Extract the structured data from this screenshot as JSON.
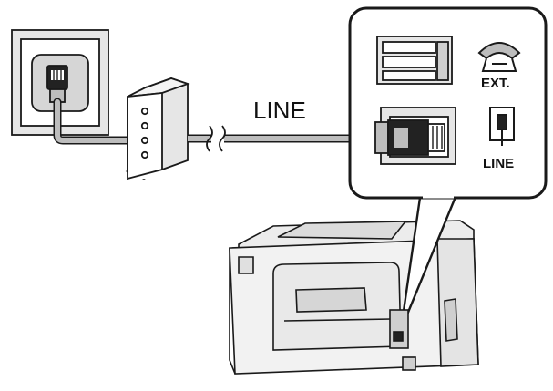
{
  "labels": {
    "cable_line": "LINE",
    "port_ext": "EXT.",
    "port_line": "LINE"
  },
  "colors": {
    "stroke": "#1a1a1a",
    "cable_fill": "#bdbdbd",
    "light_fill": "#e6e6e6",
    "mid_fill": "#cfcfcf",
    "dark_fill": "#222222",
    "background": "#ffffff"
  },
  "icons": {
    "wall_jack": "rj11-wall-jack-icon",
    "splitter": "dsl-splitter-icon",
    "ext_port": "telephone-handset-icon",
    "line_port": "wall-jack-line-icon",
    "printer": "printer-icon"
  }
}
